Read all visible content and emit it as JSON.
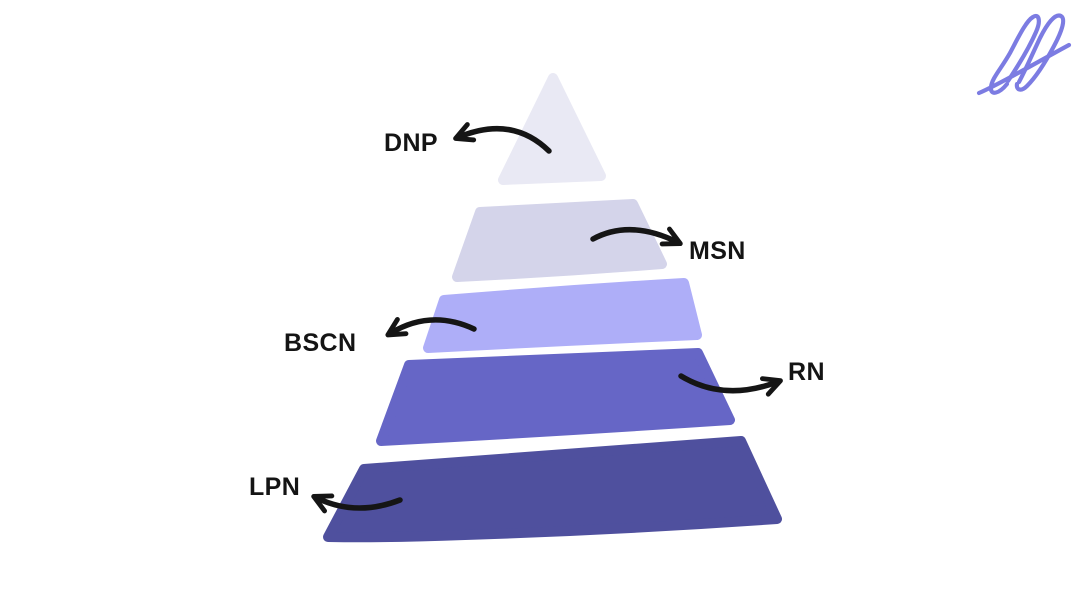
{
  "canvas": {
    "background": "#FFFFFF"
  },
  "brand_logo": {
    "name": "fl-script-logo",
    "color": "#7C7CE2"
  },
  "pyramid": {
    "description": "Hand-drawn five-tier pyramid of nursing credentials, lightest at top to darkest at bottom",
    "label_color": "#141414",
    "arrow_color": "#151515",
    "levels": [
      {
        "rank": 1,
        "label": "DNP",
        "color": "#E9E9F4",
        "label_side": "left"
      },
      {
        "rank": 2,
        "label": "MSN",
        "color": "#D4D4EA",
        "label_side": "right"
      },
      {
        "rank": 3,
        "label": "BSCN",
        "color": "#AEAEF8",
        "label_side": "left"
      },
      {
        "rank": 4,
        "label": "RN",
        "color": "#6666C6",
        "label_side": "right"
      },
      {
        "rank": 5,
        "label": "LPN",
        "color": "#4F509E",
        "label_side": "left"
      }
    ]
  }
}
